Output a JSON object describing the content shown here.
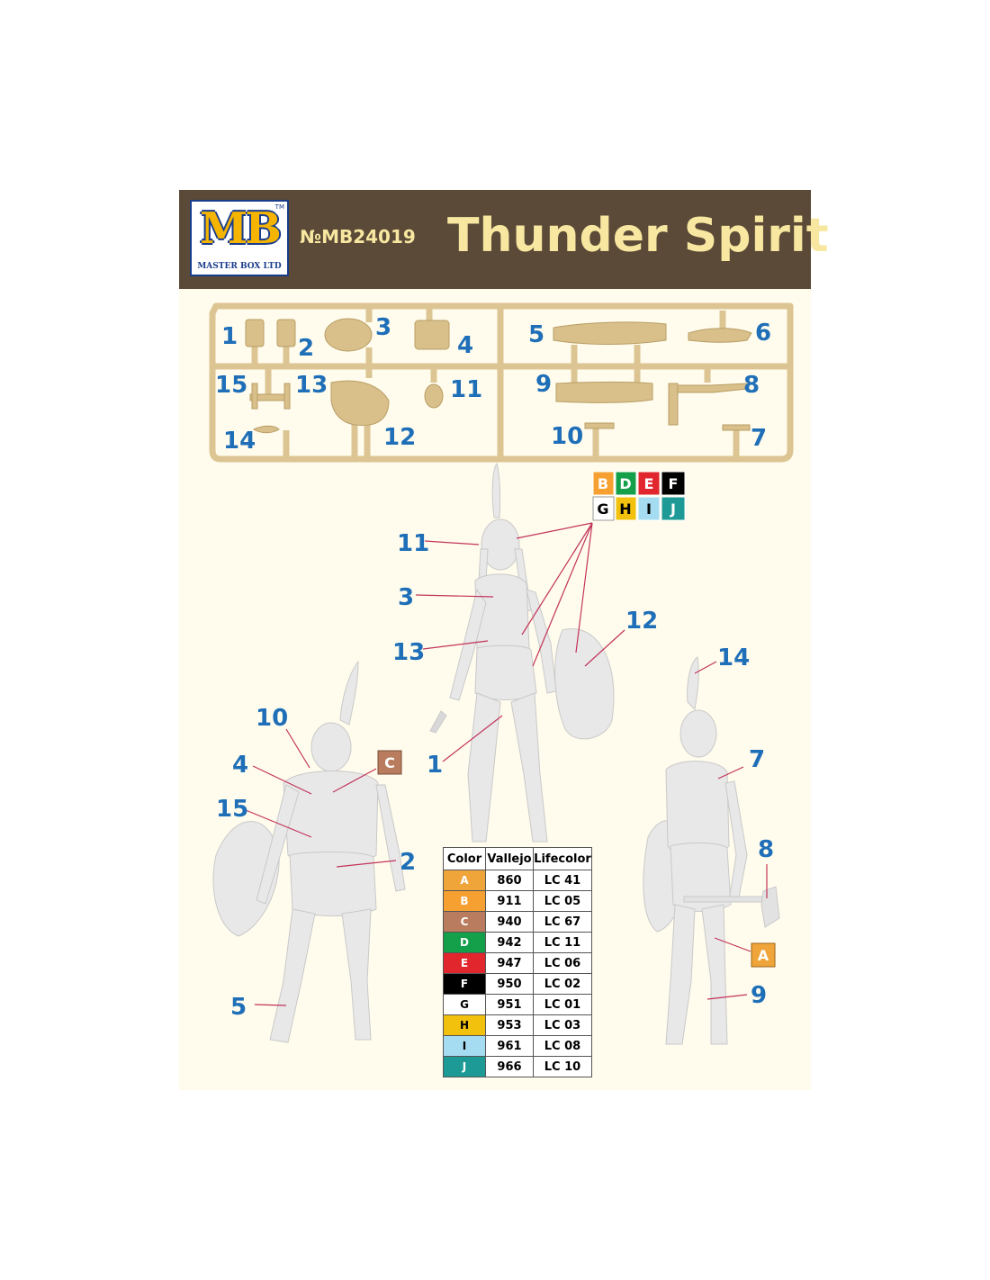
{
  "header": {
    "logo_text": "MB",
    "logo_tm": "TM",
    "logo_subtitle": "MASTER BOX LTD",
    "catalog_number": "№MB24019",
    "title": "Thunder Spirit"
  },
  "colors": {
    "header_bg": "#5b4a37",
    "title_text": "#f7e7a0",
    "sprue": "#dcc593",
    "callout_blue": "#1f6fb8",
    "figure_gray": "#e9e9e9"
  },
  "sprue": {
    "part_numbers": [
      "1",
      "2",
      "3",
      "4",
      "5",
      "6",
      "9",
      "8",
      "15",
      "13",
      "11",
      "14",
      "12",
      "10",
      "7"
    ]
  },
  "color_grid": {
    "row1": [
      "B",
      "D",
      "E",
      "F"
    ],
    "row2": [
      "G",
      "H",
      "I",
      "J"
    ]
  },
  "callouts": {
    "front": [
      "11",
      "3",
      "13",
      "1",
      "12"
    ],
    "back": [
      "10",
      "4",
      "15",
      "2",
      "5"
    ],
    "side": [
      "14",
      "7",
      "8",
      "9"
    ],
    "color_tags": [
      "C",
      "A"
    ]
  },
  "paint_table": {
    "headers": [
      "Color",
      "Vallejo",
      "Lifecolor"
    ],
    "rows": [
      {
        "code": "A",
        "vallejo": "860",
        "lifecolor": "LC 41",
        "swatch": "#f0a53a",
        "text_color": "#ffffff"
      },
      {
        "code": "B",
        "vallejo": "911",
        "lifecolor": "LC 05",
        "swatch": "#f5a031",
        "text_color": "#ffffff"
      },
      {
        "code": "C",
        "vallejo": "940",
        "lifecolor": "LC 67",
        "swatch": "#b97c5e",
        "text_color": "#ffffff"
      },
      {
        "code": "D",
        "vallejo": "942",
        "lifecolor": "LC 11",
        "swatch": "#14a04a",
        "text_color": "#ffffff"
      },
      {
        "code": "E",
        "vallejo": "947",
        "lifecolor": "LC 06",
        "swatch": "#e1262d",
        "text_color": "#ffffff"
      },
      {
        "code": "F",
        "vallejo": "950",
        "lifecolor": "LC 02",
        "swatch": "#000000",
        "text_color": "#ffffff"
      },
      {
        "code": "G",
        "vallejo": "951",
        "lifecolor": "LC 01",
        "swatch": "#ffffff",
        "text_color": "#000000"
      },
      {
        "code": "H",
        "vallejo": "953",
        "lifecolor": "LC 03",
        "swatch": "#f2c10d",
        "text_color": "#000000"
      },
      {
        "code": "I",
        "vallejo": "961",
        "lifecolor": "LC 08",
        "swatch": "#a6dcf2",
        "text_color": "#000000"
      },
      {
        "code": "J",
        "vallejo": "966",
        "lifecolor": "LC 10",
        "swatch": "#1d9a96",
        "text_color": "#ffffff"
      }
    ]
  }
}
